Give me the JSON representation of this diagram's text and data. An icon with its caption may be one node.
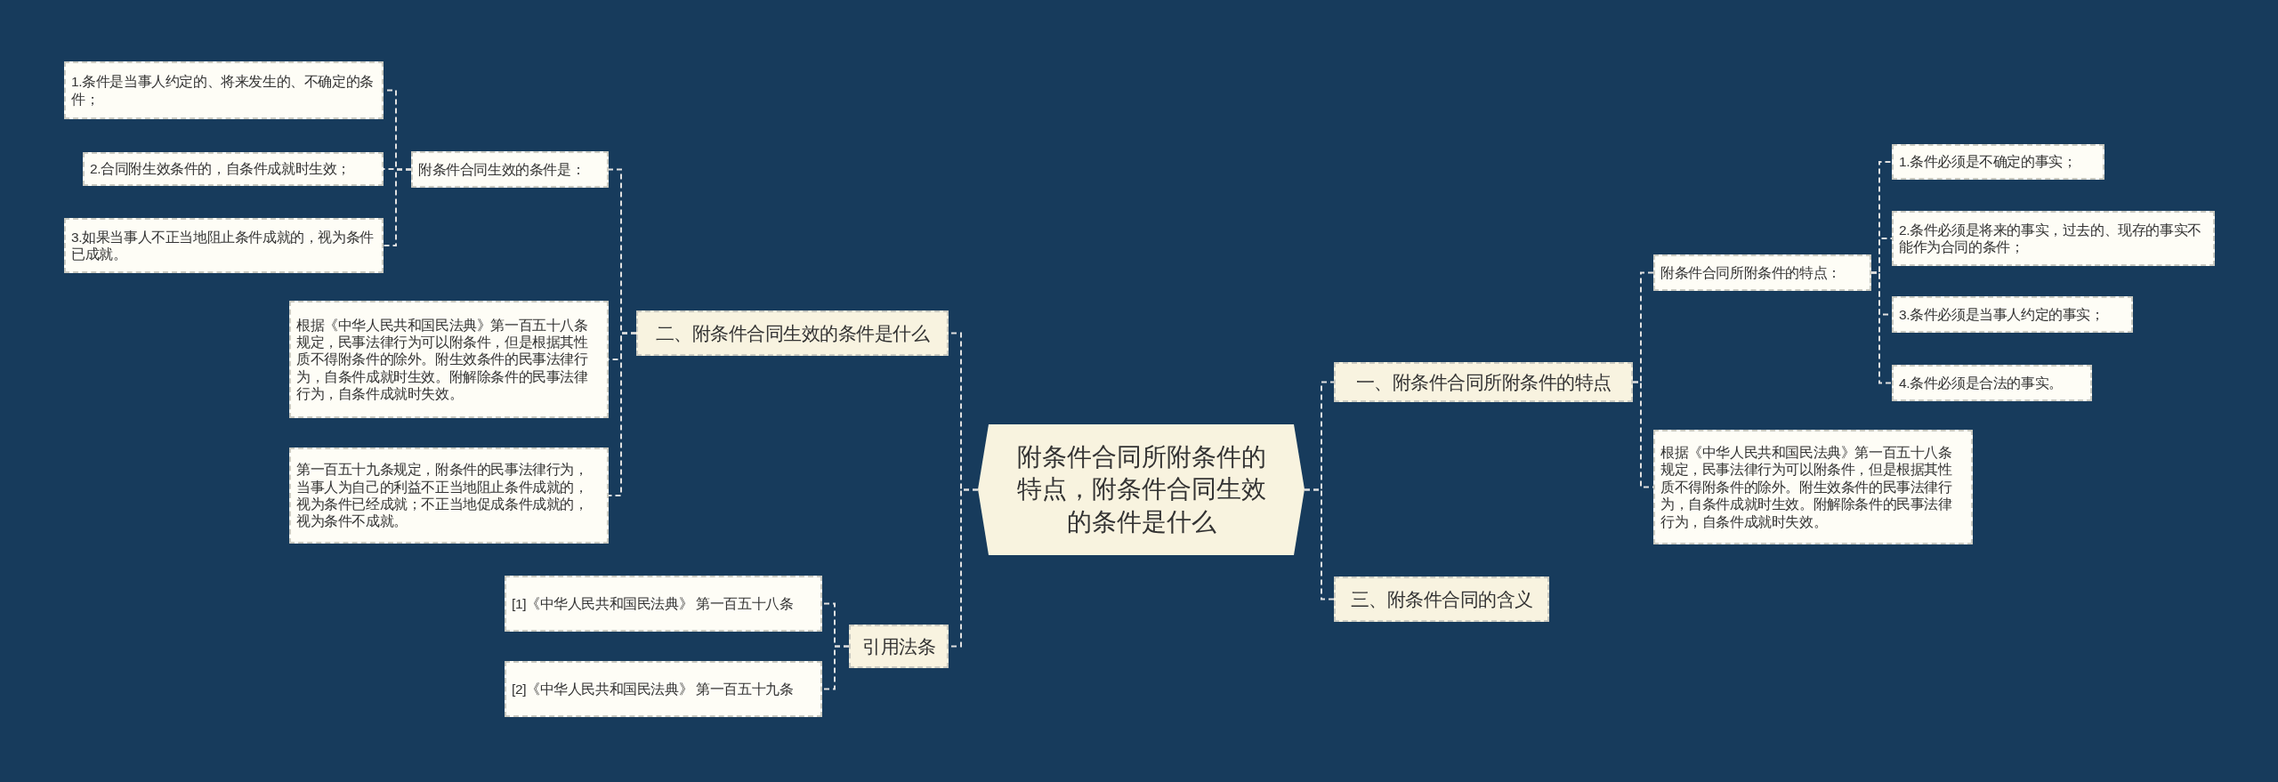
{
  "diagram": {
    "nodes": [
      {
        "text": [
          "附条件合同所附条件的特点，附条件合同生效的条件是什么"
        ]
      },
      {
        "text": [
          "一、附条件合同所附条件的特点"
        ]
      },
      {
        "text": [
          "附条件合同所附条件的特点："
        ]
      },
      {
        "text": [
          "1.条件必须是不确定的事实；"
        ]
      },
      {
        "text": [
          "2.条件必须是将来的事实，过去的、现存的事实不能作为合同的条件；"
        ]
      },
      {
        "text": [
          "3.条件必须是当事人约定的事实；"
        ]
      },
      {
        "text": [
          "4.条件必须是合法的事实。"
        ]
      },
      {
        "text": [
          "根据《中华人民共和国民法典》第一百五十八条规定，民事法律行为可以附条件，但是根据其性质不得附条件的除外。附生效条件的民事法律行为，自条件成就时生效。附解除条件的民事法律行为，自条件成就时失效。"
        ]
      },
      {
        "text": [
          "三、附条件合同的含义"
        ]
      },
      {
        "text": [
          "二、附条件合同生效的条件是什么"
        ]
      },
      {
        "text": [
          "附条件合同生效的条件是："
        ]
      },
      {
        "text": [
          "1.条件是当事人约定的、将来发生的、不确定的条件；"
        ]
      },
      {
        "text": [
          "2.合同附生效条件的，自条件成就时生效；"
        ]
      },
      {
        "text": [
          "3.如果当事人不正当地阻止条件成就的，视为条件已成就。"
        ]
      },
      {
        "text": [
          "根据《中华人民共和国民法典》第一百五十八条规定，民事法律行为可以附条件，但是根据其性质不得附条件的除外。附生效条件的民事法律行为，自条件成就时生效。附解除条件的民事法律行为，自条件成就时失效。"
        ]
      },
      {
        "text": [
          "第一百五十九条规定，附条件的民事法律行为，当事人为自己的利益不正当地阻止条件成就的，视为条件已经成就；不正当地促成条件成就的，视为条件不成就。"
        ]
      },
      {
        "text": [
          "引用法条"
        ]
      },
      {
        "text": [
          "[1]《中华人民共和国民法典》 第一百五十八条"
        ]
      },
      {
        "text": [
          "[2]《中华人民共和国民法典》 第一百五十九条"
        ]
      }
    ],
    "edges": [
      {
        "from": 0,
        "to": 1,
        "arrow": "none"
      },
      {
        "from": 1,
        "to": 2,
        "arrow": "none"
      },
      {
        "from": 2,
        "to": 3,
        "arrow": "none"
      },
      {
        "from": 2,
        "to": 4,
        "arrow": "none"
      },
      {
        "from": 2,
        "to": 5,
        "arrow": "none"
      },
      {
        "from": 2,
        "to": 6,
        "arrow": "none"
      },
      {
        "from": 1,
        "to": 7,
        "arrow": "none"
      },
      {
        "from": 0,
        "to": 8,
        "arrow": "none"
      },
      {
        "from": 0,
        "to": 9,
        "arrow": "none"
      },
      {
        "from": 9,
        "to": 10,
        "arrow": "none"
      },
      {
        "from": 10,
        "to": 11,
        "arrow": "none"
      },
      {
        "from": 10,
        "to": 12,
        "arrow": "none"
      },
      {
        "from": 10,
        "to": 13,
        "arrow": "none"
      },
      {
        "from": 9,
        "to": 14,
        "arrow": "none"
      },
      {
        "from": 9,
        "to": 15,
        "arrow": "none"
      },
      {
        "from": 0,
        "to": 16,
        "arrow": "none"
      },
      {
        "from": 16,
        "to": 17,
        "arrow": "none"
      },
      {
        "from": 16,
        "to": 18,
        "arrow": "none"
      }
    ]
  }
}
